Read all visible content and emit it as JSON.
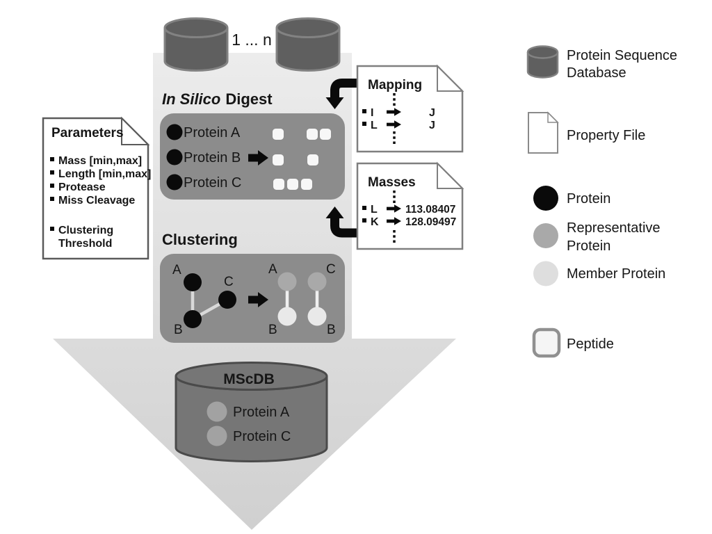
{
  "sources": {
    "count_label": "1 ... n"
  },
  "digest": {
    "title_italic": "In Silico",
    "title_rest": "Digest",
    "proteins": [
      "Protein A",
      "Protein B",
      "Protein C"
    ]
  },
  "mapping_file": {
    "title": "Mapping",
    "rows": [
      {
        "key": "I",
        "value": "J"
      },
      {
        "key": "L",
        "value": "J"
      }
    ]
  },
  "masses_file": {
    "title": "Masses",
    "rows": [
      {
        "key": "L",
        "value": "113.08407"
      },
      {
        "key": "K",
        "value": "128.09497"
      }
    ]
  },
  "parameters_file": {
    "title": "Parameters",
    "items": [
      "Mass [min,max]",
      "Length [min,max]",
      "Protease",
      "Miss Cleavage"
    ],
    "clustering_item": [
      "Clustering",
      "Threshold"
    ]
  },
  "clustering": {
    "title": "Clustering",
    "input_labels": {
      "a": "A",
      "b": "B",
      "c": "C"
    },
    "output_labels": {
      "a": "A",
      "c": "C",
      "b1": "B",
      "b2": "B"
    }
  },
  "mscdb": {
    "title": "MScDB",
    "entries": [
      "Protein A",
      "Protein C"
    ]
  },
  "legend": {
    "database": {
      "line1": "Protein Sequence",
      "line2": "Database"
    },
    "property_file": {
      "label": "Property File"
    },
    "protein": {
      "label": "Protein"
    },
    "representative": {
      "line1": "Representative",
      "line2": "Protein"
    },
    "member": {
      "label": "Member Protein"
    },
    "peptide": {
      "label": "Peptide"
    }
  },
  "colors": {
    "database_fill": "#5f5f5f",
    "database_stroke": "#828282",
    "process_box": "#8c8c8c",
    "protein_black": "#0a0a0a",
    "representative_gray": "#a9a9a9",
    "member_gray": "#e9e9e9",
    "peptide_fill": "#f7f7f7",
    "mscdb_fill": "#767676",
    "mscdb_stroke": "#4a4a4a",
    "big_arrow_top": "#ececec",
    "big_arrow_bottom": "#d0d0d0"
  }
}
